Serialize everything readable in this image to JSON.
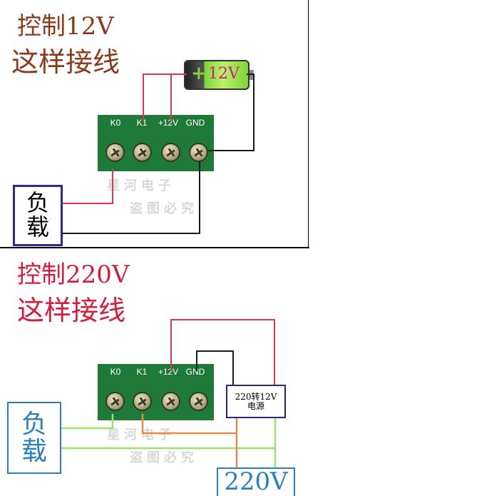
{
  "top_diagram": {
    "title_line1": "控制12V",
    "title_line2": "这样接线",
    "terminal_labels": [
      "K0",
      "K1",
      "+12V",
      "GND"
    ],
    "battery_label": "12V",
    "battery_plus": "+",
    "load_line1": "负",
    "load_line2": "载",
    "watermark_line1": "星河电子",
    "watermark_line2": "盗图必究"
  },
  "bottom_diagram": {
    "title_line1": "控制220V",
    "title_line2": "这样接线",
    "terminal_labels": [
      "K0",
      "K1",
      "+12V",
      "GND"
    ],
    "psu_line1": "220转12V",
    "psu_line2": "电源",
    "load_line1": "负",
    "load_line2": "载",
    "mains_label": "220V",
    "watermark_line1": "星河电子",
    "watermark_line2": "盗图必究"
  },
  "colors": {
    "top_title": "#8b3a1e",
    "bottom_title": "#d01e3c",
    "red_wire": "#e0354e",
    "black_wire": "#1a1a1a",
    "green_wire": "#9be36b",
    "orange_wire": "#e58a4a",
    "load_box_border_top": "#2a2a90",
    "load_box_border_bottom": "#2a7fbf",
    "psu_border": "#2a2a6a",
    "terminal_green": "#1f7a3a",
    "battery_green": "#7fd23a"
  }
}
